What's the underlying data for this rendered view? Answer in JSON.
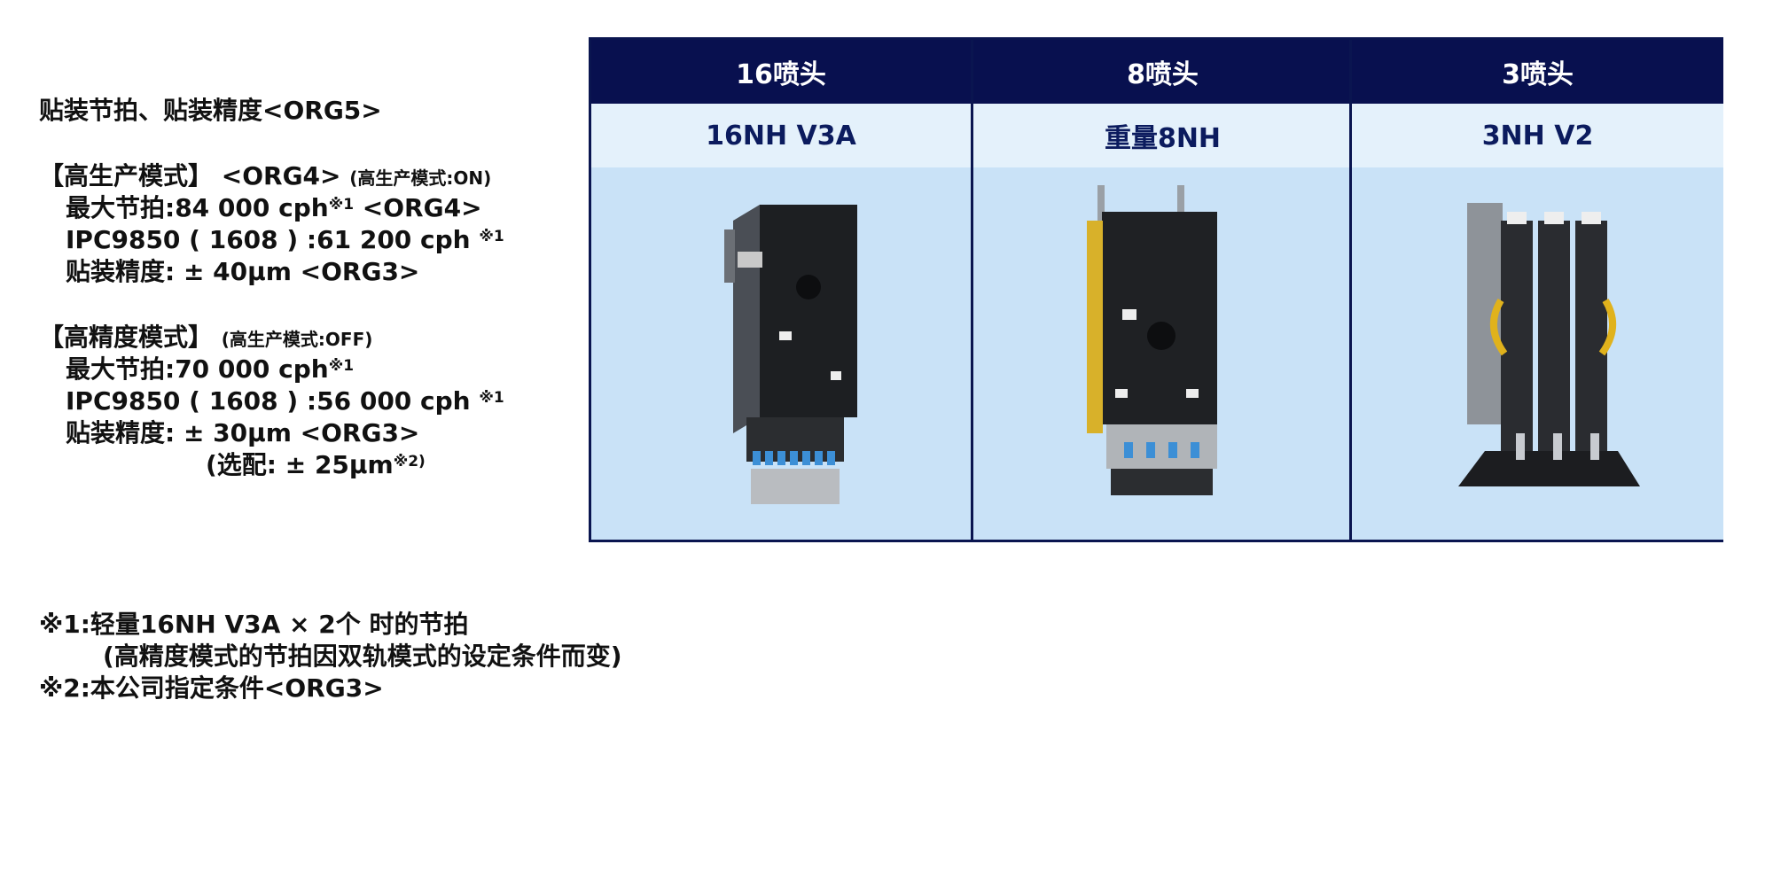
{
  "specs": {
    "title": "贴装节拍、贴装精度<ORG5>",
    "high_prod": {
      "heading": "【高生产模式】 <ORG4>",
      "heading_note": "(高生产模式:ON)",
      "max_rate": "最大节拍:84 000 cph",
      "max_rate_mark": "※1",
      "max_rate_tag": " <ORG4>",
      "ipc": "IPC9850 ( 1608 ) :61 200 cph ",
      "ipc_mark": "※1",
      "accuracy": "贴装精度: ± 40μm <ORG3>"
    },
    "high_acc": {
      "heading": "【高精度模式】",
      "heading_note": "(高生产模式:OFF)",
      "max_rate": "最大节拍:70 000 cph",
      "max_rate_mark": "※1",
      "ipc": "IPC9850 ( 1608 ) :56 000 cph ",
      "ipc_mark": "※1",
      "accuracy": "贴装精度: ± 30μm <ORG3>",
      "option": "(选配: ± 25μm",
      "option_mark": "※2)"
    }
  },
  "table": {
    "columns": [
      {
        "header": "16喷头",
        "model": "16NH V3A",
        "image_icon": "16-nozzle-head-image"
      },
      {
        "header": "8喷头",
        "model": "重量8NH",
        "image_icon": "8-nozzle-head-image"
      },
      {
        "header": "3喷头",
        "model": "3NH V2",
        "image_icon": "3-nozzle-head-image"
      }
    ],
    "colors": {
      "header_bg": "#08104f",
      "subheader_bg": "#e4f1fb",
      "image_bg": "#c9e2f7"
    }
  },
  "footnotes": {
    "note1": "※1:轻量16NH V3A × 2个 时的节拍",
    "note1_detail": "(高精度模式的节拍因双轨模式的设定条件而变)",
    "note2": "※2:本公司指定条件<ORG3>"
  }
}
